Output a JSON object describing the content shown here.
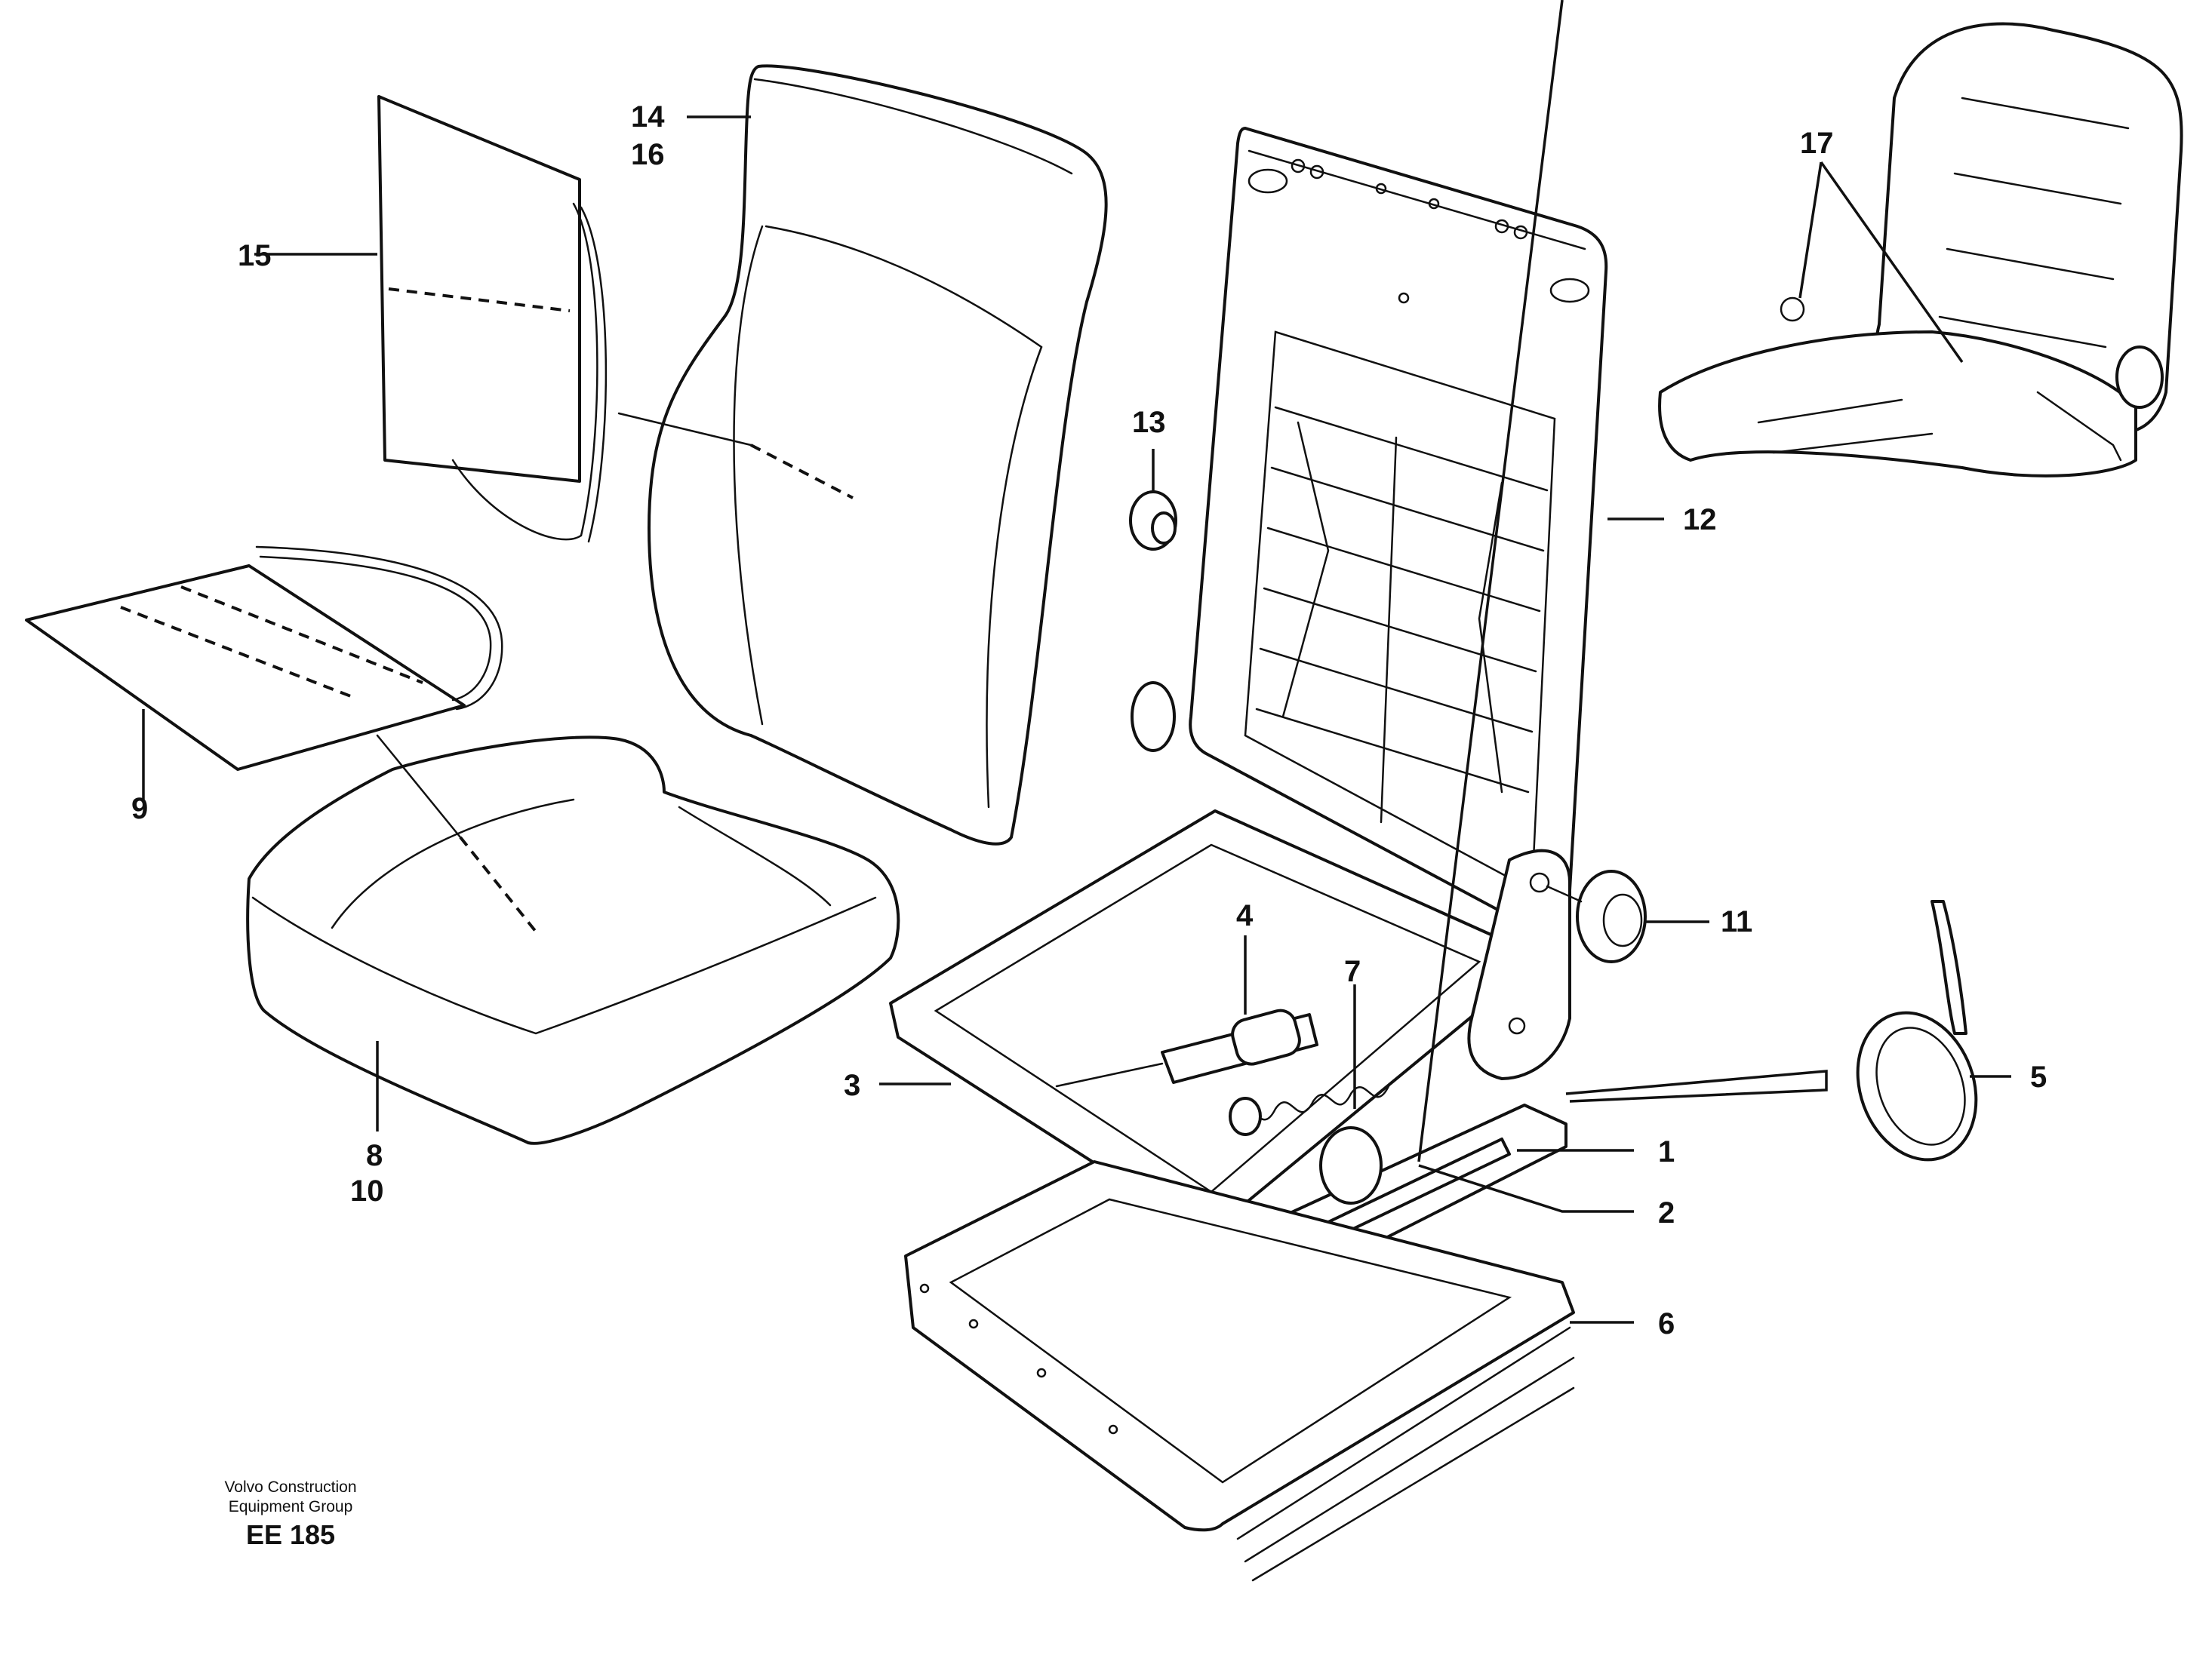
{
  "callouts": {
    "c1": "1",
    "c2": "2",
    "c3": "3",
    "c4": "4",
    "c5": "5",
    "c6": "6",
    "c7": "7",
    "c8": "8",
    "c9": "9",
    "c10": "10",
    "c11": "11",
    "c12": "12",
    "c13": "13",
    "c14": "14",
    "c15": "15",
    "c16": "16",
    "c17": "17"
  },
  "footer": {
    "line1": "Volvo Construction",
    "line2": "Equipment Group",
    "code": "EE 185"
  }
}
